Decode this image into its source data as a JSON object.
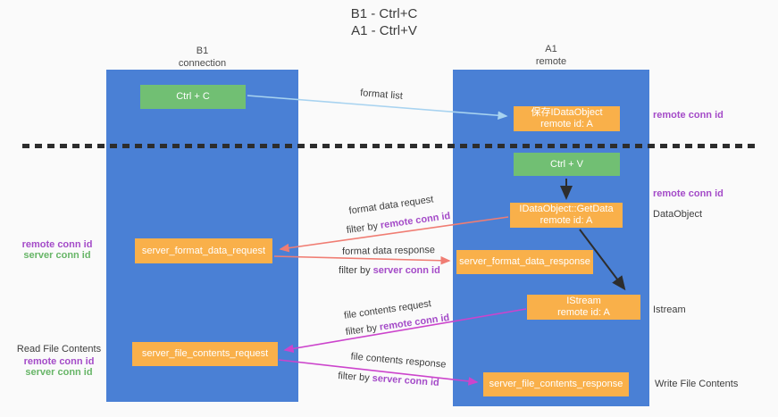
{
  "title": {
    "line1": "B1 - Ctrl+C",
    "line2": "A1 - Ctrl+V"
  },
  "left_column": {
    "name": "B1",
    "role": "connection"
  },
  "right_column": {
    "name": "A1",
    "role": "remote"
  },
  "boxes": {
    "ctrl_c": {
      "label": "Ctrl + C"
    },
    "save_dataobject": {
      "line1": "保存IDataObject",
      "line2": "remote id: A"
    },
    "ctrl_v": {
      "label": "Ctrl + V"
    },
    "getdata": {
      "line1": "IDataObject::GetData",
      "line2": "remote id: A"
    },
    "format_request": {
      "label": "server_format_data_request"
    },
    "format_response": {
      "label": "server_format_data_response"
    },
    "istream": {
      "line1": "IStream",
      "line2": "remote id: A"
    },
    "file_request": {
      "label": "server_file_contents_request"
    },
    "file_response": {
      "label": "server_file_contents_response"
    }
  },
  "flows": {
    "format_list": {
      "label": "format list"
    },
    "format_request": {
      "label": "format data request",
      "filter_prefix": "filter by",
      "filter_id": "remote conn id"
    },
    "format_response": {
      "label": "format data response",
      "filter_prefix": "filter by",
      "filter_id": "server conn id"
    },
    "file_request": {
      "label": "file contents request",
      "filter_prefix": "filter by",
      "filter_id": "remote conn id"
    },
    "file_response": {
      "label": "file contents response",
      "filter_prefix": "filter by",
      "filter_id": "server conn id"
    }
  },
  "annotations": {
    "remote_conn_id_top": "remote conn id",
    "remote_conn_id_mid": "remote conn id",
    "dataobject": "DataObject",
    "istream": "Istream",
    "write_file_contents": "Write File Contents",
    "format_remote_conn_id": "remote conn id",
    "format_server_conn_id": "server conn id",
    "read_file_contents": "Read File Contents",
    "file_remote_conn_id": "remote conn id",
    "file_server_conn_id": "server conn id"
  },
  "colors": {
    "column_blue": "#4a80d5",
    "box_orange": "#f9b04a",
    "box_green": "#71bf73",
    "arrow_blue": "#a8d3f0",
    "arrow_salmon": "#f07d73",
    "arrow_magenta": "#cc44cc",
    "arrow_black": "#2d2d2d",
    "label_purple": "#a44bc8",
    "label_green": "#67b567"
  }
}
